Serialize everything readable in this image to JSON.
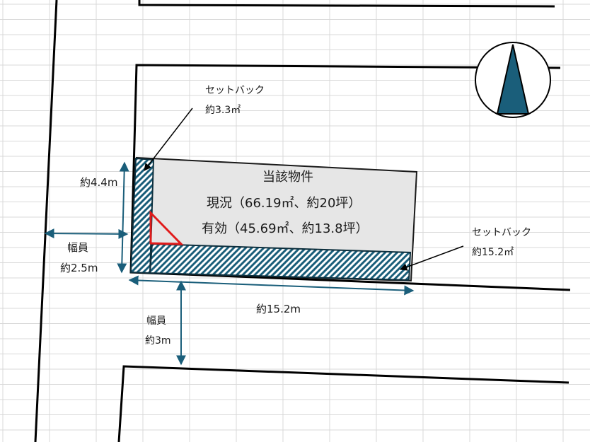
{
  "colors": {
    "grid": "#d9d9d9",
    "line": "#000000",
    "teal": "#1a5e7a",
    "property_fill": "#e6e6e6",
    "red": "#e11b1b"
  },
  "property": {
    "title": "当該物件",
    "current": "現況（66.19㎡、約20坪）",
    "effective": "有効（45.69㎡、約13.8坪）"
  },
  "setback_left": {
    "title": "セットバック",
    "area": "約3.3㎡"
  },
  "setback_bottom": {
    "title": "セットバック",
    "area": "約15.2㎡"
  },
  "dims": {
    "height": "約4.4m",
    "width": "約15.2m",
    "road_left_title": "幅員",
    "road_left_value": "約2.5m",
    "road_bottom_title": "幅員",
    "road_bottom_value": "約3m"
  },
  "icons": {
    "north": "north-arrow-icon"
  }
}
